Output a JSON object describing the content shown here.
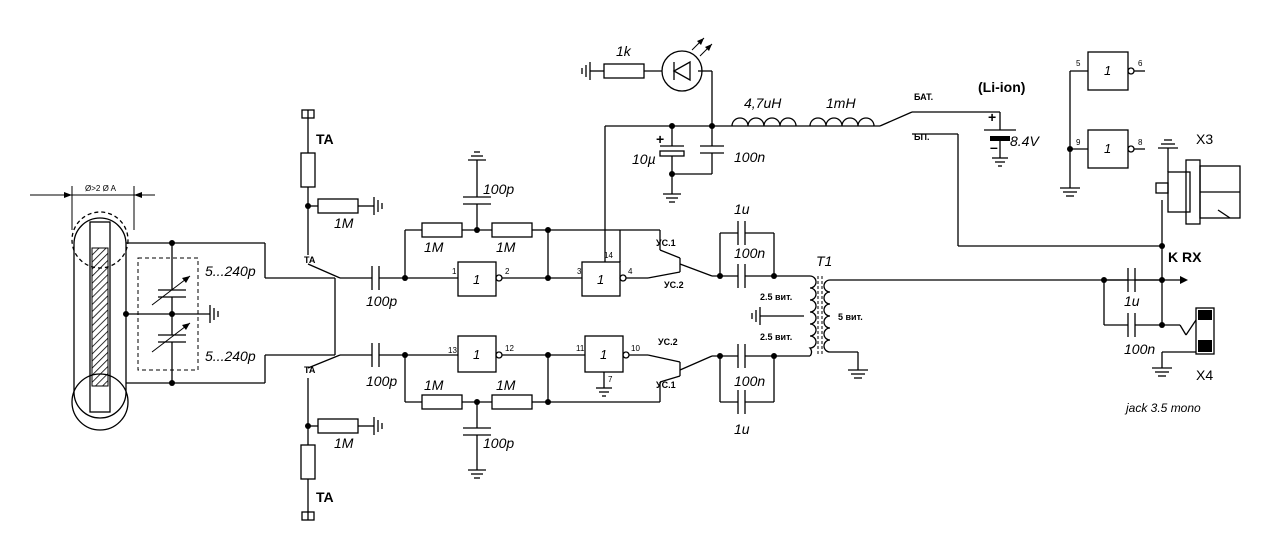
{
  "labels": {
    "dim": "Ø>2 Ø A",
    "cap_var_top": "5...240p",
    "cap_var_bot": "5...240p",
    "ta_top": "TA",
    "ta_bot": "TA",
    "ta_sw_top": "TA",
    "ta_sw_bot": "TA",
    "r_top_1m": "1M",
    "r_bot_1m": "1M",
    "c_in_top": "100p",
    "c_in_bot": "100p",
    "r_fb_top_a": "1M",
    "r_fb_top_b": "1M",
    "r_fb_bot_a": "1M",
    "r_fb_bot_b": "1M",
    "c_fb_top": "100p",
    "c_fb_bot": "100p",
    "gate_1": "1",
    "gate_2": "1",
    "gate_3": "1",
    "gate_4": "1",
    "gate_5": "1",
    "gate_6": "1",
    "pin_1": "1",
    "pin_2": "2",
    "pin_3": "3",
    "pin_4": "4",
    "pin_14": "14",
    "pin_13": "13",
    "pin_12": "12",
    "pin_11": "11",
    "pin_10": "10",
    "pin_7": "7",
    "pin_5": "5",
    "pin_6": "6",
    "pin_9": "9",
    "pin_8": "8",
    "r_led": "1k",
    "c_10u": "10µ",
    "c_100n_pwr": "100n",
    "l_47": "4,7uH",
    "l_1m": "1mH",
    "sw_bat": "БАТ.",
    "sw_bp": "БП.",
    "bat_type": "(Li-ion)",
    "bat_v": "8.4V",
    "us1_top": "УС.1",
    "us2_top": "УС.2",
    "us2_bot": "УС.2",
    "us1_bot": "УС.1",
    "c_1u_top": "1u",
    "c_100n_top": "100n",
    "c_100n_bot": "100n",
    "c_1u_bot": "1u",
    "t1": "T1",
    "t_prim_top": "2.5 вит.",
    "t_prim_bot": "2.5 вит.",
    "t_sec": "5 вит.",
    "c_1u_out": "1u",
    "c_100n_out": "100n",
    "k_rx": "K RX",
    "x3": "X3",
    "x4": "X4",
    "jack": "jack 3.5 mono"
  }
}
